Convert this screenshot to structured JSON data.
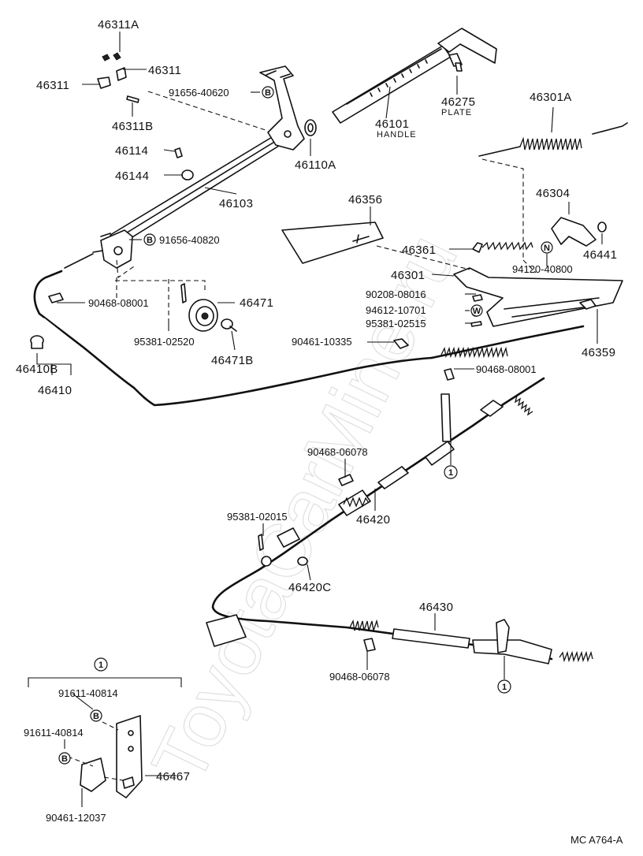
{
  "watermark": "ToyotaCarMine.ru",
  "footer_code": "MC  A764-A",
  "group_marker": "1",
  "markers": {
    "B": "B",
    "N": "N",
    "W": "W"
  },
  "parts": {
    "p46311A": "46311A",
    "p46311_right": "46311",
    "p46311_left": "46311",
    "p91656_40620": "91656-40620",
    "p46311B": "46311B",
    "p46114": "46114",
    "p46144": "46144",
    "p46110A": "46110A",
    "p46103": "46103",
    "p91656_40820": "91656-40820",
    "p90468_08001_left": "90468-08001",
    "p46471": "46471",
    "p95381_02520": "95381-02520",
    "p46471B": "46471B",
    "p46410B": "46410B",
    "p46410": "46410",
    "p46101": "46101",
    "handle_sub": "HANDLE",
    "p46275": "46275",
    "plate_sub": "PLATE",
    "p46301A": "46301A",
    "p46356": "46356",
    "p46304": "46304",
    "p46361": "46361",
    "p46441": "46441",
    "p94120_40800": "94120-40800",
    "p46301": "46301",
    "p90208_08016": "90208-08016",
    "p94612_10701": "94612-10701",
    "p95381_02515": "95381-02515",
    "p90461_10335": "90461-10335",
    "p46359": "46359",
    "p90468_08001_right": "90468-08001",
    "p90468_06078_top": "90468-06078",
    "p46420": "46420",
    "p95381_02015": "95381-02015",
    "p46420C": "46420C",
    "p46430": "46430",
    "p90468_06078_bottom": "90468-06078",
    "p91611_40814_a": "91611-40814",
    "p91611_40814_b": "91611-40814",
    "p46467": "46467",
    "p90461_12037": "90461-12037"
  }
}
